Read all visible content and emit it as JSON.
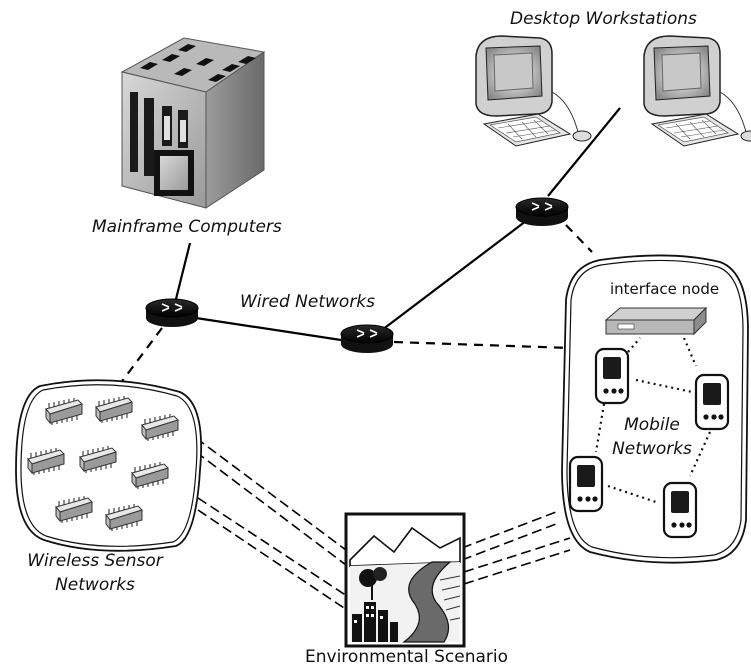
{
  "labels": {
    "desktop": "Desktop Workstations",
    "mainframe": "Mainframe Computers",
    "wired": "Wired Networks",
    "interface_node": "interface node",
    "mobile_line1": "Mobile",
    "mobile_line2": "Networks",
    "wsn_line1": "Wireless Sensor",
    "wsn_line2": "Networks",
    "environment": "Environmental Scenario"
  }
}
